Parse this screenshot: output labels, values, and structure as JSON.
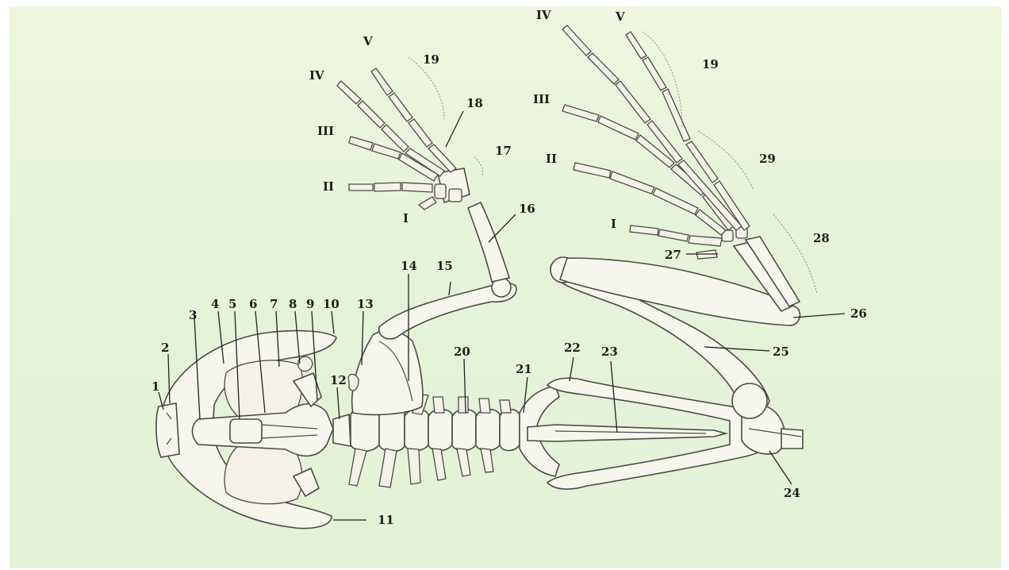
{
  "figure": {
    "labels": [
      {
        "id": "1",
        "text": "1"
      },
      {
        "id": "2",
        "text": "2"
      },
      {
        "id": "3",
        "text": "3"
      },
      {
        "id": "4",
        "text": "4"
      },
      {
        "id": "5",
        "text": "5"
      },
      {
        "id": "6",
        "text": "6"
      },
      {
        "id": "7",
        "text": "7"
      },
      {
        "id": "8",
        "text": "8"
      },
      {
        "id": "9",
        "text": "9"
      },
      {
        "id": "10",
        "text": "10"
      },
      {
        "id": "11",
        "text": "11"
      },
      {
        "id": "12",
        "text": "12"
      },
      {
        "id": "13",
        "text": "13"
      },
      {
        "id": "14",
        "text": "14"
      },
      {
        "id": "15",
        "text": "15"
      },
      {
        "id": "16",
        "text": "16"
      },
      {
        "id": "17",
        "text": "17"
      },
      {
        "id": "18",
        "text": "18"
      },
      {
        "id": "19a",
        "text": "19"
      },
      {
        "id": "19b",
        "text": "19"
      },
      {
        "id": "20",
        "text": "20"
      },
      {
        "id": "21",
        "text": "21"
      },
      {
        "id": "22",
        "text": "22"
      },
      {
        "id": "23",
        "text": "23"
      },
      {
        "id": "24",
        "text": "24"
      },
      {
        "id": "25",
        "text": "25"
      },
      {
        "id": "26",
        "text": "26"
      },
      {
        "id": "27",
        "text": "27"
      },
      {
        "id": "28",
        "text": "28"
      },
      {
        "id": "29",
        "text": "29"
      }
    ],
    "forelimb_digits": [
      "II",
      "III",
      "IV",
      "V",
      "I"
    ],
    "hindlimb_digits": [
      "IV",
      "V",
      "III",
      "II",
      "I"
    ]
  }
}
